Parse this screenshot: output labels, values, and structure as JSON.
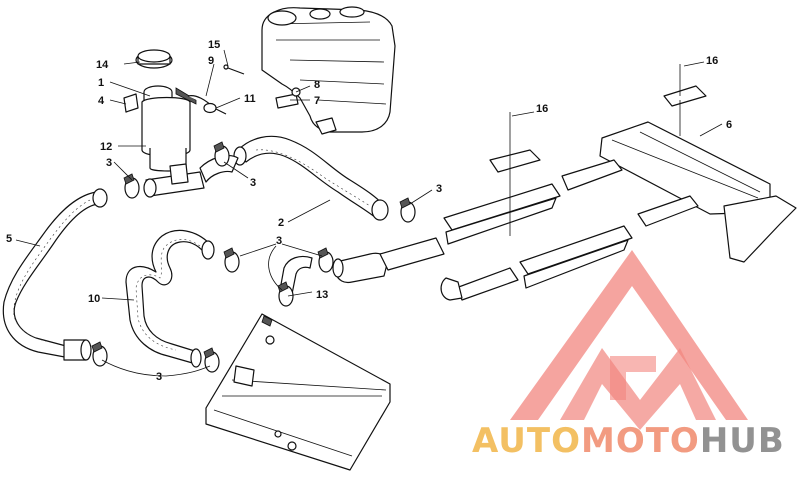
{
  "callouts": [
    {
      "id": "14",
      "label": "14"
    },
    {
      "id": "15",
      "label": "15"
    },
    {
      "id": "9",
      "label": "9"
    },
    {
      "id": "1",
      "label": "1"
    },
    {
      "id": "4",
      "label": "4"
    },
    {
      "id": "8",
      "label": "8"
    },
    {
      "id": "7",
      "label": "7"
    },
    {
      "id": "11",
      "label": "11"
    },
    {
      "id": "12",
      "label": "12"
    },
    {
      "id": "3a",
      "label": "3"
    },
    {
      "id": "3b",
      "label": "3"
    },
    {
      "id": "3c",
      "label": "3"
    },
    {
      "id": "3d",
      "label": "3"
    },
    {
      "id": "3e",
      "label": "3"
    },
    {
      "id": "2",
      "label": "2"
    },
    {
      "id": "5",
      "label": "5"
    },
    {
      "id": "10",
      "label": "10"
    },
    {
      "id": "13",
      "label": "13"
    },
    {
      "id": "16a",
      "label": "16"
    },
    {
      "id": "16b",
      "label": "16"
    },
    {
      "id": "6",
      "label": "6"
    }
  ],
  "watermark": {
    "word_auto": "AUTO",
    "word_moto": "MOTO",
    "word_hub": "HUB",
    "color_auto": "#f2b648",
    "color_moto": "#f08a6c",
    "color_hub": "#7f7f7f",
    "mark_color": "#f07068"
  }
}
